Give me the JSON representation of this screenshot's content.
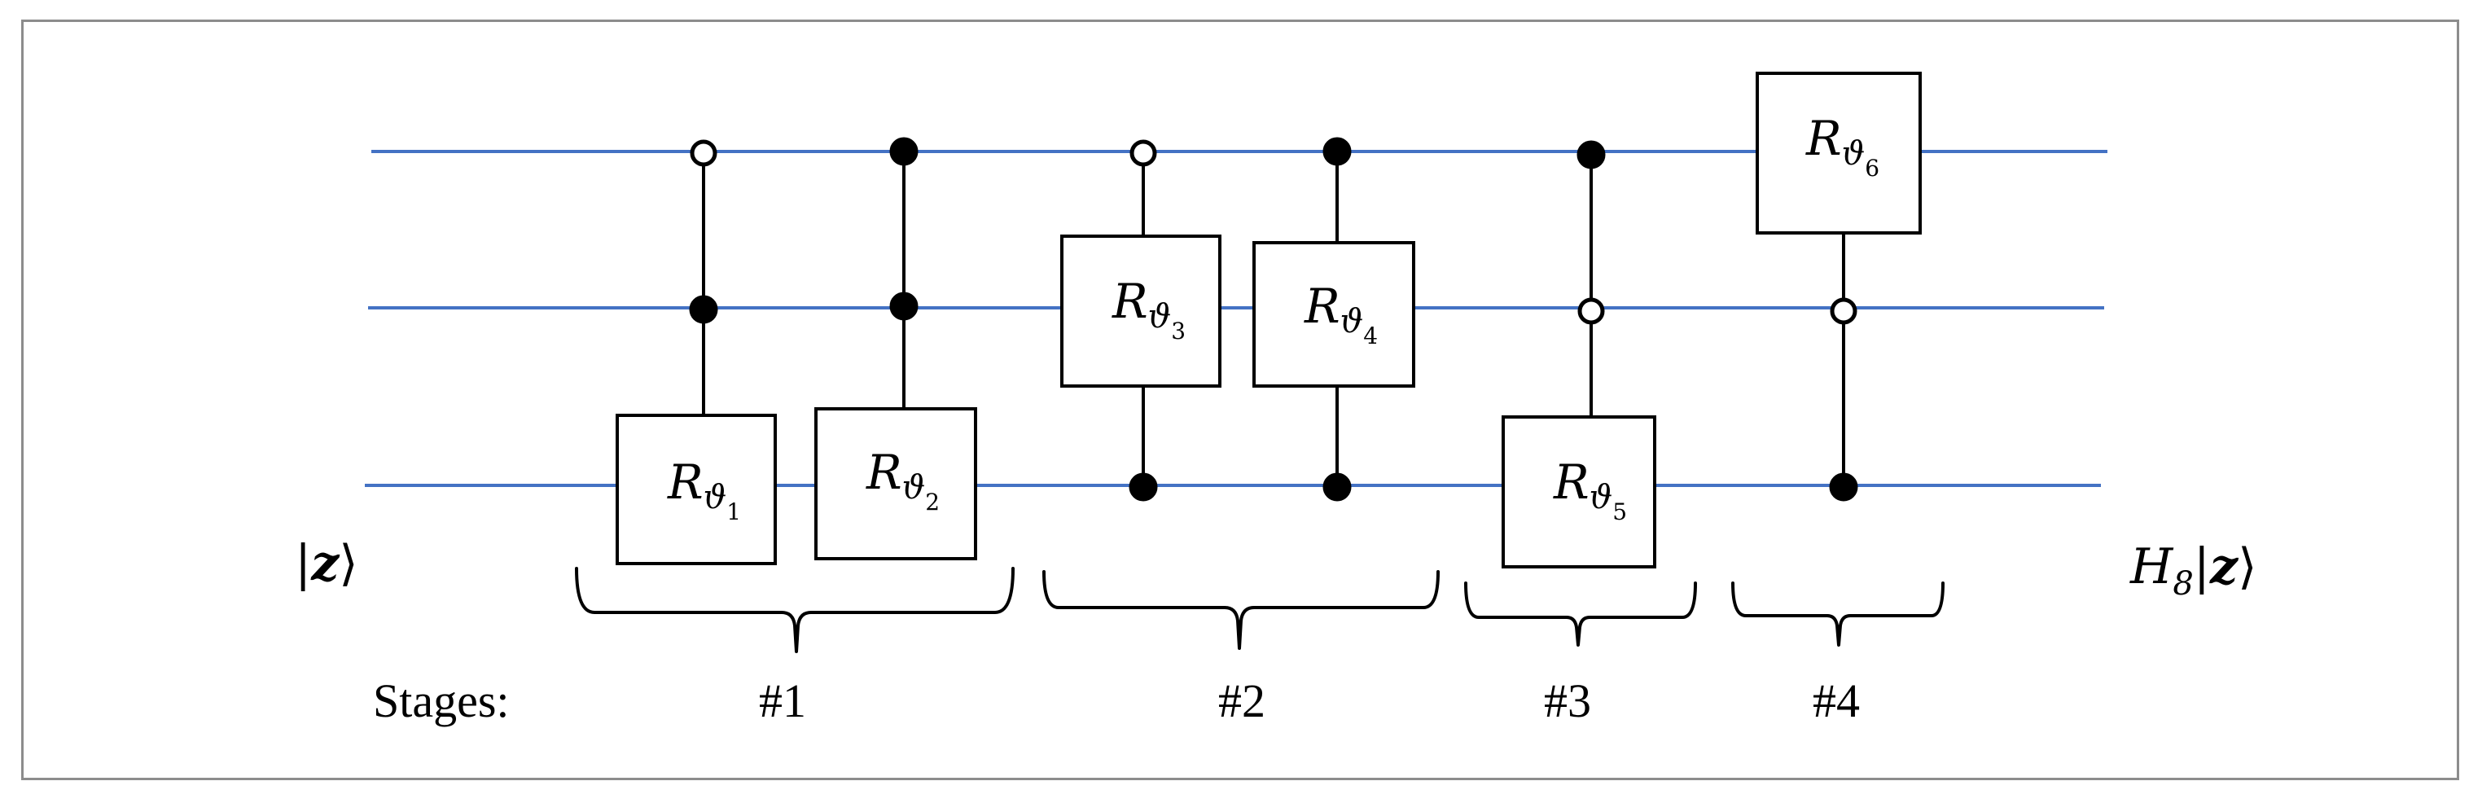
{
  "input_state": {
    "bar": "|",
    "symbol": "z",
    "close": "⟩"
  },
  "output_state": {
    "operator": "H",
    "operator_sub": "8",
    "bar": "|",
    "symbol": "z",
    "close": "⟩"
  },
  "stages_label": "Stages:",
  "stages": [
    {
      "label": "#1"
    },
    {
      "label": "#2"
    },
    {
      "label": "#3"
    },
    {
      "label": "#4"
    }
  ],
  "gates": [
    {
      "symbol": "R",
      "sub": "ϑ",
      "index": "1",
      "controls": [
        "open",
        "filled"
      ]
    },
    {
      "symbol": "R",
      "sub": "ϑ",
      "index": "2",
      "controls": [
        "filled",
        "filled"
      ]
    },
    {
      "symbol": "R",
      "sub": "ϑ",
      "index": "3",
      "controls": [
        "open",
        "filled"
      ]
    },
    {
      "symbol": "R",
      "sub": "ϑ",
      "index": "4",
      "controls": [
        "filled",
        "filled"
      ]
    },
    {
      "symbol": "R",
      "sub": "ϑ",
      "index": "5",
      "controls": [
        "filled",
        "open"
      ]
    },
    {
      "symbol": "R",
      "sub": "ϑ",
      "index": "6",
      "controls": [
        "open",
        "filled"
      ]
    }
  ],
  "colors": {
    "wire": "#4472c4",
    "frame": "#8c8c8c",
    "ink": "#000000"
  }
}
